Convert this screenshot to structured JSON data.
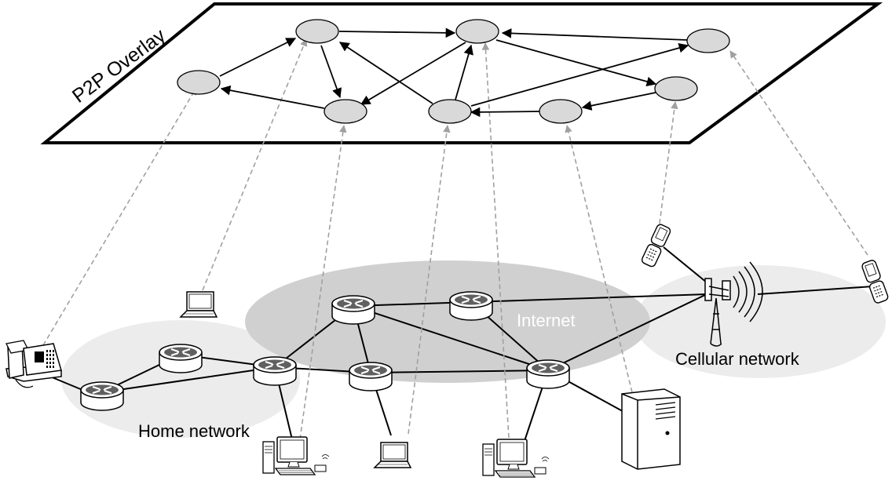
{
  "labels": {
    "overlay": "P2P Overlay",
    "internet": "Internet",
    "home": "Home network",
    "cellular": "Cellular network"
  },
  "colors": {
    "overlay_node_fill": "#d9d9d9",
    "internet_cloud": "#d0d0d0",
    "region_fill": "#ececec",
    "router_fill": "#ffffff",
    "link_stroke": "#000000",
    "mapping_stroke": "#a0a0a0",
    "internet_label": "#ffffff"
  },
  "icons": {
    "router": "router-icon",
    "laptop": "laptop-icon",
    "desktop": "desktop-pc-icon",
    "server": "server-tower-icon",
    "phone": "desk-phone-icon",
    "mobile": "flip-phone-icon",
    "tower": "cell-tower-icon"
  }
}
